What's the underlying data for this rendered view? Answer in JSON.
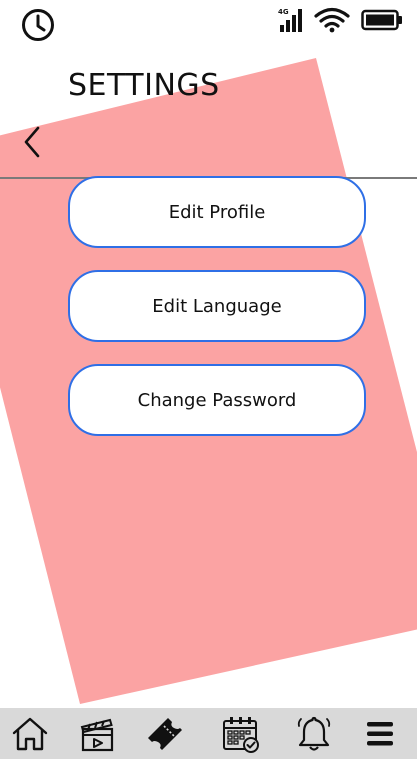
{
  "header": {
    "title": "SETTINGS"
  },
  "status_bar": {
    "network_label": "4G",
    "icons": [
      "clock-icon",
      "signal-icon",
      "wifi-icon",
      "battery-icon"
    ]
  },
  "menu": {
    "items": [
      {
        "label": "Edit Profile"
      },
      {
        "label": "Edit Language"
      },
      {
        "label": "Change Password"
      }
    ]
  },
  "bottom_nav": {
    "items": [
      "home-icon",
      "clapperboard-icon",
      "ticket-icon",
      "calendar-icon",
      "bell-icon",
      "menu-icon"
    ]
  },
  "colors": {
    "accent_shape": "#fba3a3",
    "button_border": "#2f6fe6",
    "nav_background": "#d9d9d9",
    "divider": "#7a7a7a"
  }
}
